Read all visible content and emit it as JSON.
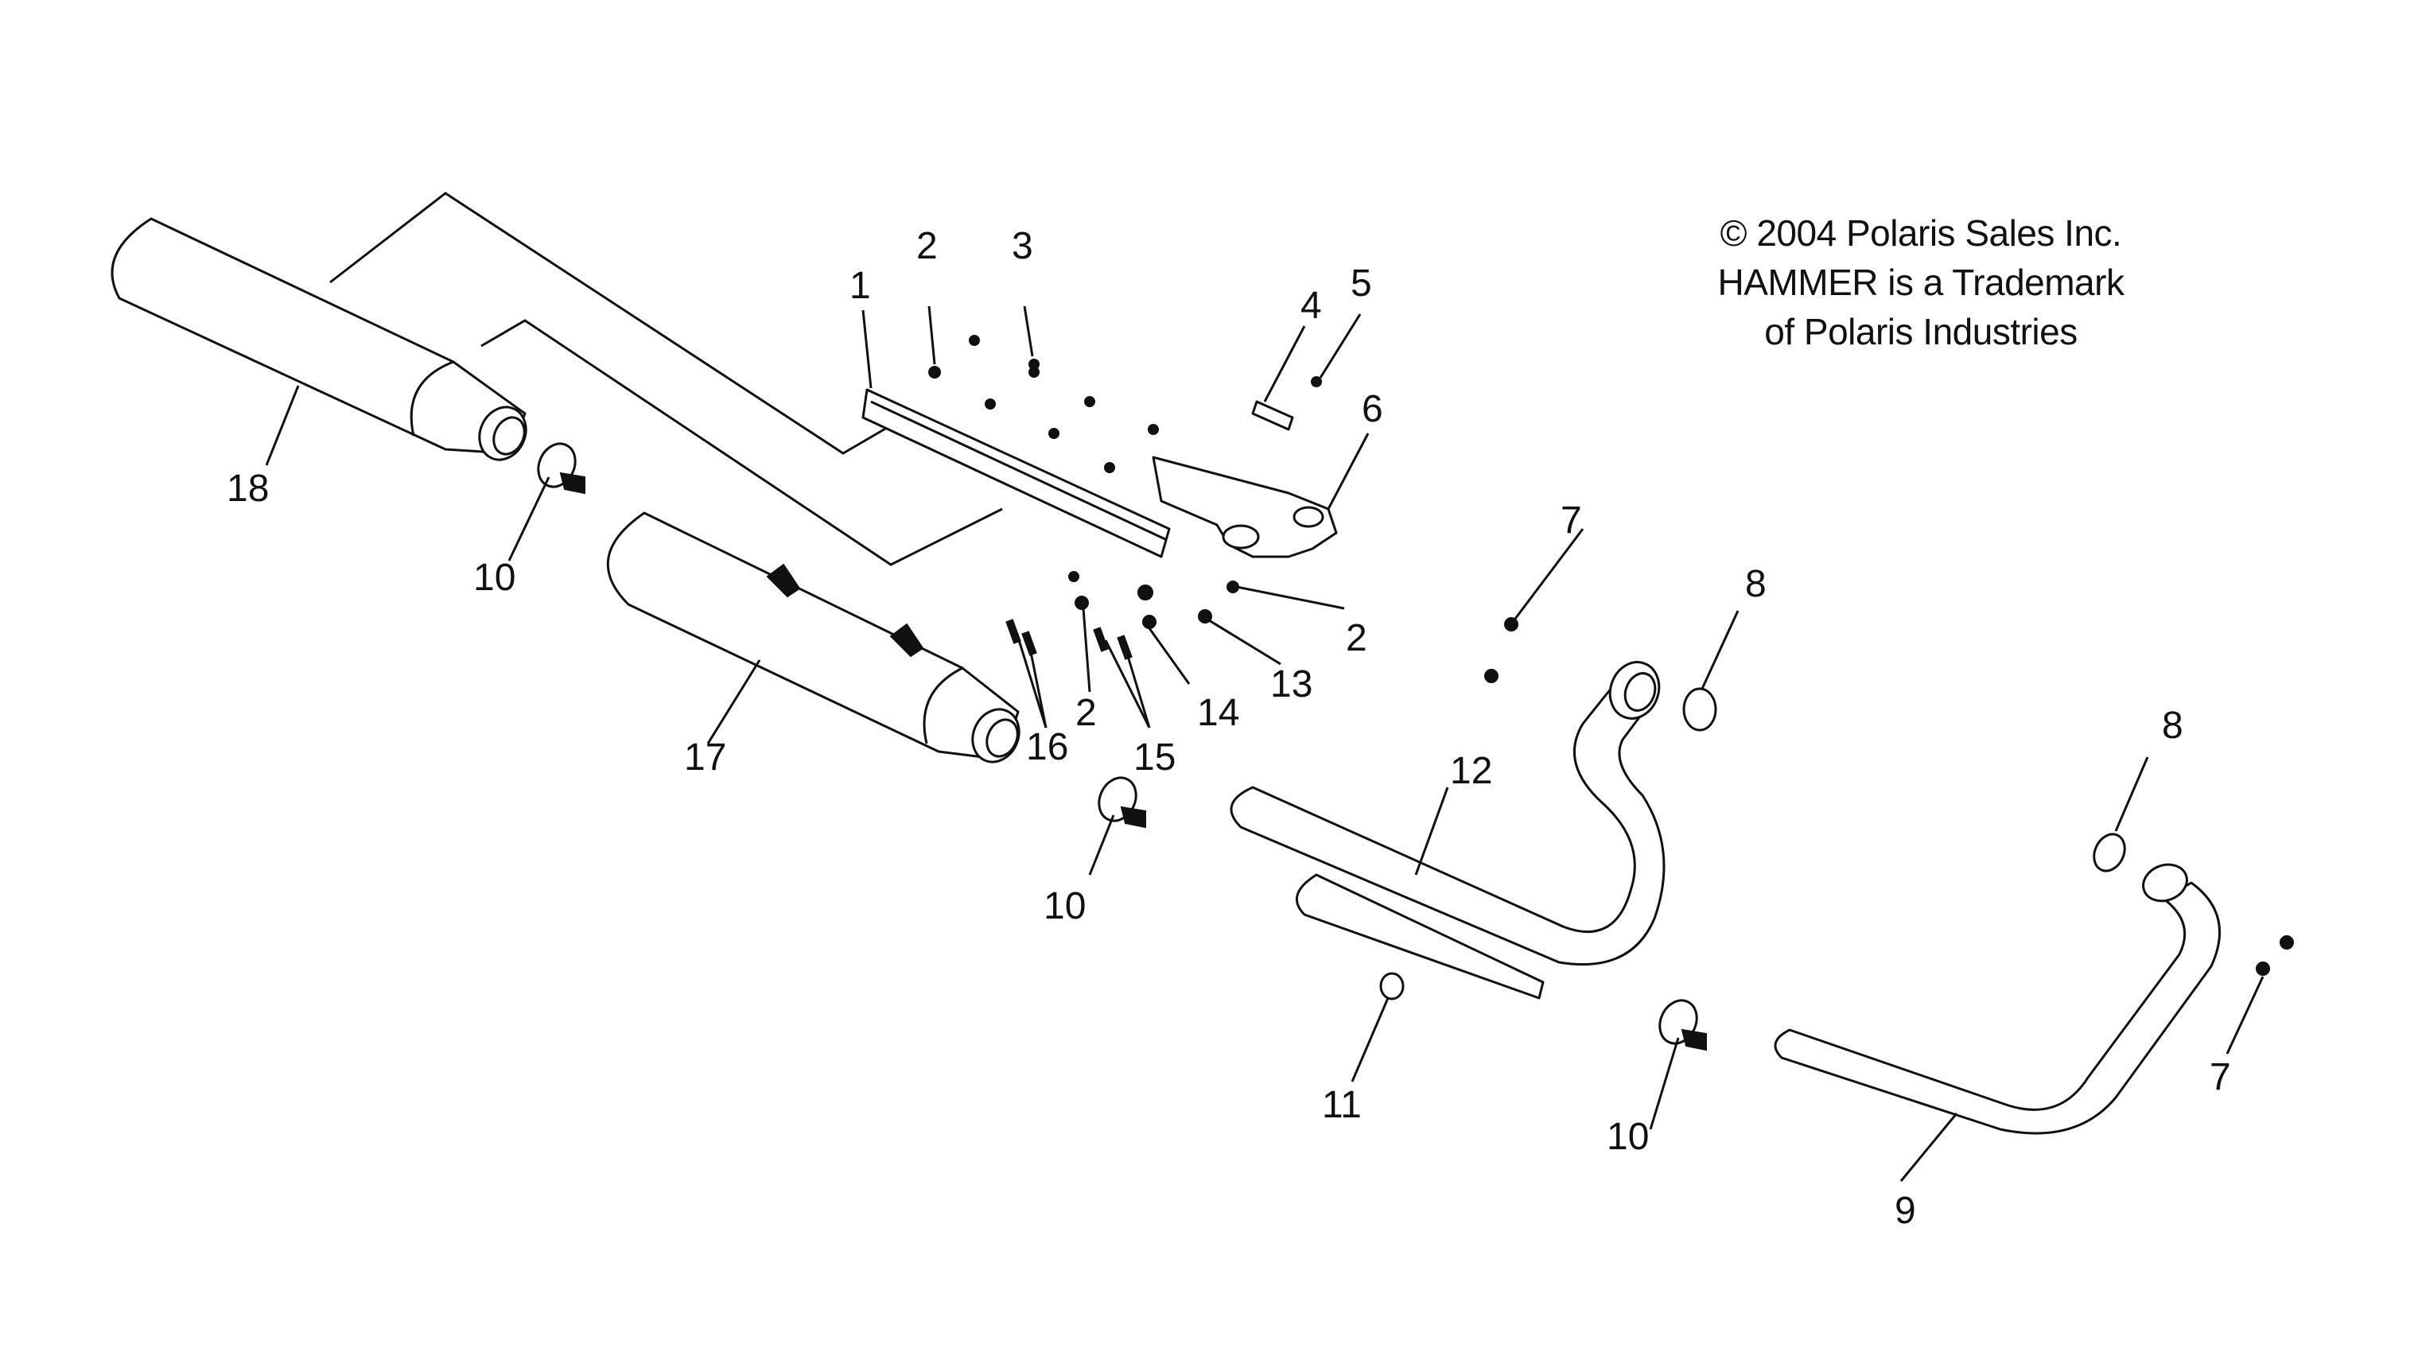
{
  "copyright": {
    "line1": "© 2004 Polaris Sales Inc.",
    "line2": "HAMMER is a Trademark",
    "line3": "of Polaris Industries"
  },
  "callouts": {
    "c1": "1",
    "c2a": "2",
    "c2b": "2",
    "c2c": "2",
    "c3": "3",
    "c4": "4",
    "c5": "5",
    "c6": "6",
    "c7a": "7",
    "c7b": "7",
    "c8a": "8",
    "c8b": "8",
    "c9": "9",
    "c10a": "10",
    "c10b": "10",
    "c10c": "10",
    "c11": "11",
    "c12": "12",
    "c13": "13",
    "c14": "14",
    "c15": "15",
    "c16": "16",
    "c17": "17",
    "c18": "18"
  },
  "colors": {
    "ink": "#111111",
    "paper": "#ffffff"
  }
}
